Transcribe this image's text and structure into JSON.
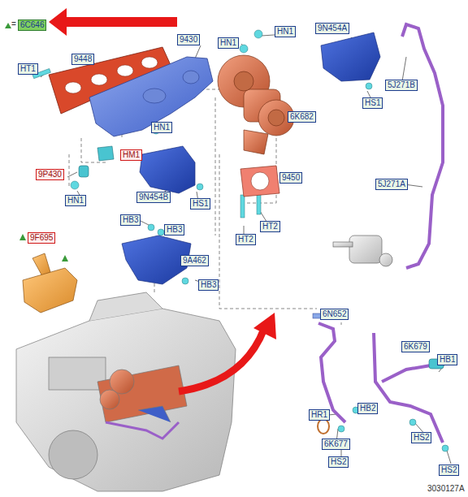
{
  "diagram": {
    "labels": [
      "=",
      "6C646",
      "HT1",
      "9448",
      "9430",
      "HN1",
      "HN1",
      "6K682",
      "9N454A",
      "HS1",
      "5J271B",
      "HN1",
      "HM1",
      "9P430",
      "HN1",
      "9N454B",
      "HS1",
      "9450",
      "HT2",
      "HT2",
      "5J271A",
      "HB3",
      "HB3",
      "9A462",
      "HB3",
      "9F695",
      "6N652",
      "6K679",
      "HB1",
      "HR1",
      "HB2",
      "HS2",
      "6K677",
      "HS2",
      "HS2",
      "3030127A"
    ]
  }
}
